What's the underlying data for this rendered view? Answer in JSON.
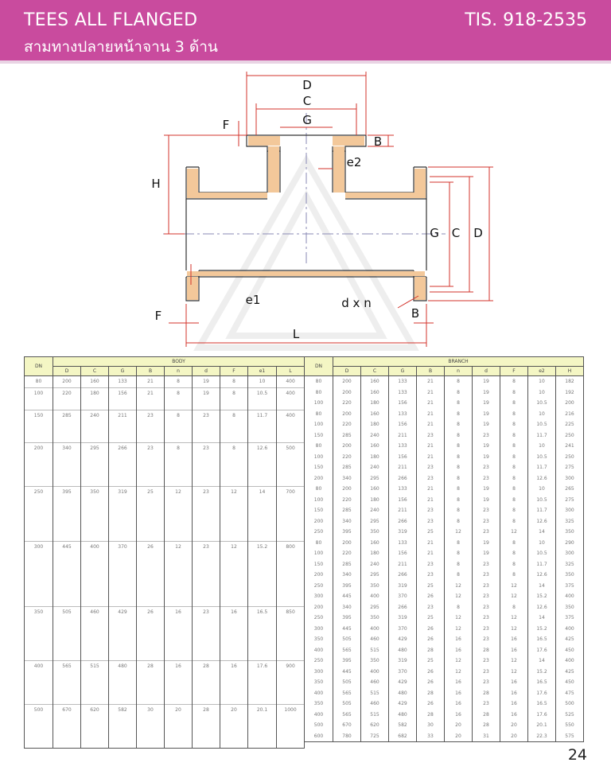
{
  "header": {
    "title": "TEES ALL FLANGED",
    "subtitle": "สามทางปลายหน้าจาน 3 ด้าน",
    "standard": "TIS. 918-2535",
    "bar_color": "#c94b9e"
  },
  "drawing": {
    "labels": {
      "d_top": "D",
      "c_top": "C",
      "g_top": "G",
      "f_top": "F",
      "b_top": "B",
      "e2": "e2",
      "h": "H",
      "g_right": "G",
      "c_right": "C",
      "d_right": "D",
      "e1": "e1",
      "dxn": "d x n",
      "f_bottom": "F",
      "b_bottom": "B",
      "l": "L"
    }
  },
  "body_table": {
    "group_label": "BODY",
    "dn_label": "DN",
    "columns": [
      "D",
      "C",
      "G",
      "B",
      "n",
      "d",
      "F",
      "e1",
      "L"
    ],
    "rows": [
      {
        "dn": "80",
        "v": [
          "200",
          "160",
          "133",
          "21",
          "8",
          "19",
          "8",
          "10",
          "400"
        ]
      },
      {
        "dn": "100",
        "v": [
          "220",
          "180",
          "156",
          "21",
          "8",
          "19",
          "8",
          "10.5",
          "400"
        ]
      },
      {
        "dn": "",
        "v": [
          "",
          "",
          "",
          "",
          "",
          "",
          "",
          "",
          ""
        ]
      },
      {
        "dn": "150",
        "v": [
          "285",
          "240",
          "211",
          "23",
          "8",
          "23",
          "8",
          "11.7",
          "400"
        ]
      },
      {
        "dn": "",
        "v": [
          "",
          "",
          "",
          "",
          "",
          "",
          "",
          "",
          ""
        ]
      },
      {
        "dn": "",
        "v": [
          "",
          "",
          "",
          "",
          "",
          "",
          "",
          "",
          ""
        ]
      },
      {
        "dn": "200",
        "v": [
          "340",
          "295",
          "266",
          "23",
          "8",
          "23",
          "8",
          "12.6",
          "500"
        ]
      },
      {
        "dn": "",
        "v": [
          "",
          "",
          "",
          "",
          "",
          "",
          "",
          "",
          ""
        ]
      },
      {
        "dn": "",
        "v": [
          "",
          "",
          "",
          "",
          "",
          "",
          "",
          "",
          ""
        ]
      },
      {
        "dn": "",
        "v": [
          "",
          "",
          "",
          "",
          "",
          "",
          "",
          "",
          ""
        ]
      },
      {
        "dn": "250",
        "v": [
          "395",
          "350",
          "319",
          "25",
          "12",
          "23",
          "12",
          "14",
          "700"
        ]
      },
      {
        "dn": "",
        "v": [
          "",
          "",
          "",
          "",
          "",
          "",
          "",
          "",
          ""
        ]
      },
      {
        "dn": "",
        "v": [
          "",
          "",
          "",
          "",
          "",
          "",
          "",
          "",
          ""
        ]
      },
      {
        "dn": "",
        "v": [
          "",
          "",
          "",
          "",
          "",
          "",
          "",
          "",
          ""
        ]
      },
      {
        "dn": "",
        "v": [
          "",
          "",
          "",
          "",
          "",
          "",
          "",
          "",
          ""
        ]
      },
      {
        "dn": "300",
        "v": [
          "445",
          "400",
          "370",
          "26",
          "12",
          "23",
          "12",
          "15.2",
          "800"
        ]
      },
      {
        "dn": "",
        "v": [
          "",
          "",
          "",
          "",
          "",
          "",
          "",
          "",
          ""
        ]
      },
      {
        "dn": "",
        "v": [
          "",
          "",
          "",
          "",
          "",
          "",
          "",
          "",
          ""
        ]
      },
      {
        "dn": "",
        "v": [
          "",
          "",
          "",
          "",
          "",
          "",
          "",
          "",
          ""
        ]
      },
      {
        "dn": "",
        "v": [
          "",
          "",
          "",
          "",
          "",
          "",
          "",
          "",
          ""
        ]
      },
      {
        "dn": "",
        "v": [
          "",
          "",
          "",
          "",
          "",
          "",
          "",
          "",
          ""
        ]
      },
      {
        "dn": "350",
        "v": [
          "505",
          "460",
          "429",
          "26",
          "16",
          "23",
          "16",
          "16.5",
          "850"
        ]
      },
      {
        "dn": "",
        "v": [
          "",
          "",
          "",
          "",
          "",
          "",
          "",
          "",
          ""
        ]
      },
      {
        "dn": "",
        "v": [
          "",
          "",
          "",
          "",
          "",
          "",
          "",
          "",
          ""
        ]
      },
      {
        "dn": "",
        "v": [
          "",
          "",
          "",
          "",
          "",
          "",
          "",
          "",
          ""
        ]
      },
      {
        "dn": "",
        "v": [
          "",
          "",
          "",
          "",
          "",
          "",
          "",
          "",
          ""
        ]
      },
      {
        "dn": "400",
        "v": [
          "565",
          "515",
          "480",
          "28",
          "16",
          "28",
          "16",
          "17.6",
          "900"
        ]
      },
      {
        "dn": "",
        "v": [
          "",
          "",
          "",
          "",
          "",
          "",
          "",
          "",
          ""
        ]
      },
      {
        "dn": "",
        "v": [
          "",
          "",
          "",
          "",
          "",
          "",
          "",
          "",
          ""
        ]
      },
      {
        "dn": "",
        "v": [
          "",
          "",
          "",
          "",
          "",
          "",
          "",
          "",
          ""
        ]
      },
      {
        "dn": "500",
        "v": [
          "670",
          "620",
          "582",
          "30",
          "20",
          "28",
          "20",
          "20.1",
          "1000"
        ]
      },
      {
        "dn": "",
        "v": [
          "",
          "",
          "",
          "",
          "",
          "",
          "",
          "",
          ""
        ]
      },
      {
        "dn": "",
        "v": [
          "",
          "",
          "",
          "",
          "",
          "",
          "",
          "",
          ""
        ]
      },
      {
        "dn": "",
        "v": [
          "",
          "",
          "",
          "",
          "",
          "",
          "",
          "",
          ""
        ]
      }
    ]
  },
  "branch_table": {
    "group_label": "BRANCH",
    "dn_label": "DN",
    "columns": [
      "D",
      "C",
      "G",
      "B",
      "n",
      "d",
      "F",
      "e2",
      "H"
    ],
    "rows": [
      {
        "dn": "80",
        "v": [
          "200",
          "160",
          "133",
          "21",
          "8",
          "19",
          "8",
          "10",
          "182"
        ]
      },
      {
        "dn": "80",
        "v": [
          "200",
          "160",
          "133",
          "21",
          "8",
          "19",
          "8",
          "10",
          "192"
        ]
      },
      {
        "dn": "100",
        "v": [
          "220",
          "180",
          "156",
          "21",
          "8",
          "19",
          "8",
          "10.5",
          "200"
        ]
      },
      {
        "dn": "80",
        "v": [
          "200",
          "160",
          "133",
          "21",
          "8",
          "19",
          "8",
          "10",
          "216"
        ]
      },
      {
        "dn": "100",
        "v": [
          "220",
          "180",
          "156",
          "21",
          "8",
          "19",
          "8",
          "10.5",
          "225"
        ]
      },
      {
        "dn": "150",
        "v": [
          "285",
          "240",
          "211",
          "23",
          "8",
          "23",
          "8",
          "11.7",
          "250"
        ]
      },
      {
        "dn": "80",
        "v": [
          "200",
          "160",
          "133",
          "21",
          "8",
          "19",
          "8",
          "10",
          "241"
        ]
      },
      {
        "dn": "100",
        "v": [
          "220",
          "180",
          "156",
          "21",
          "8",
          "19",
          "8",
          "10.5",
          "250"
        ]
      },
      {
        "dn": "150",
        "v": [
          "285",
          "240",
          "211",
          "23",
          "8",
          "23",
          "8",
          "11.7",
          "275"
        ]
      },
      {
        "dn": "200",
        "v": [
          "340",
          "295",
          "266",
          "23",
          "8",
          "23",
          "8",
          "12.6",
          "300"
        ]
      },
      {
        "dn": "80",
        "v": [
          "200",
          "160",
          "133",
          "21",
          "8",
          "19",
          "8",
          "10",
          "265"
        ]
      },
      {
        "dn": "100",
        "v": [
          "220",
          "180",
          "156",
          "21",
          "8",
          "19",
          "8",
          "10.5",
          "275"
        ]
      },
      {
        "dn": "150",
        "v": [
          "285",
          "240",
          "211",
          "23",
          "8",
          "23",
          "8",
          "11.7",
          "300"
        ]
      },
      {
        "dn": "200",
        "v": [
          "340",
          "295",
          "266",
          "23",
          "8",
          "23",
          "8",
          "12.6",
          "325"
        ]
      },
      {
        "dn": "250",
        "v": [
          "395",
          "350",
          "319",
          "25",
          "12",
          "23",
          "12",
          "14",
          "350"
        ]
      },
      {
        "dn": "80",
        "v": [
          "200",
          "160",
          "133",
          "21",
          "8",
          "19",
          "8",
          "10",
          "290"
        ]
      },
      {
        "dn": "100",
        "v": [
          "220",
          "180",
          "156",
          "21",
          "8",
          "19",
          "8",
          "10.5",
          "300"
        ]
      },
      {
        "dn": "150",
        "v": [
          "285",
          "240",
          "211",
          "23",
          "8",
          "23",
          "8",
          "11.7",
          "325"
        ]
      },
      {
        "dn": "200",
        "v": [
          "340",
          "295",
          "266",
          "23",
          "8",
          "23",
          "8",
          "12.6",
          "350"
        ]
      },
      {
        "dn": "250",
        "v": [
          "395",
          "350",
          "319",
          "25",
          "12",
          "23",
          "12",
          "14",
          "375"
        ]
      },
      {
        "dn": "300",
        "v": [
          "445",
          "400",
          "370",
          "26",
          "12",
          "23",
          "12",
          "15.2",
          "400"
        ]
      },
      {
        "dn": "200",
        "v": [
          "340",
          "295",
          "266",
          "23",
          "8",
          "23",
          "8",
          "12.6",
          "350"
        ]
      },
      {
        "dn": "250",
        "v": [
          "395",
          "350",
          "319",
          "25",
          "12",
          "23",
          "12",
          "14",
          "375"
        ]
      },
      {
        "dn": "300",
        "v": [
          "445",
          "400",
          "370",
          "26",
          "12",
          "23",
          "12",
          "15.2",
          "400"
        ]
      },
      {
        "dn": "350",
        "v": [
          "505",
          "460",
          "429",
          "26",
          "16",
          "23",
          "16",
          "16.5",
          "425"
        ]
      },
      {
        "dn": "400",
        "v": [
          "565",
          "515",
          "480",
          "28",
          "16",
          "28",
          "16",
          "17.6",
          "450"
        ]
      },
      {
        "dn": "250",
        "v": [
          "395",
          "350",
          "319",
          "25",
          "12",
          "23",
          "12",
          "14",
          "400"
        ]
      },
      {
        "dn": "300",
        "v": [
          "445",
          "400",
          "370",
          "26",
          "12",
          "23",
          "12",
          "15.2",
          "425"
        ]
      },
      {
        "dn": "350",
        "v": [
          "505",
          "460",
          "429",
          "26",
          "16",
          "23",
          "16",
          "16.5",
          "450"
        ]
      },
      {
        "dn": "400",
        "v": [
          "565",
          "515",
          "480",
          "28",
          "16",
          "28",
          "16",
          "17.6",
          "475"
        ]
      },
      {
        "dn": "350",
        "v": [
          "505",
          "460",
          "429",
          "26",
          "16",
          "23",
          "16",
          "16.5",
          "500"
        ]
      },
      {
        "dn": "400",
        "v": [
          "565",
          "515",
          "480",
          "28",
          "16",
          "28",
          "16",
          "17.6",
          "525"
        ]
      },
      {
        "dn": "500",
        "v": [
          "670",
          "620",
          "582",
          "30",
          "20",
          "28",
          "20",
          "20.1",
          "550"
        ]
      },
      {
        "dn": "600",
        "v": [
          "780",
          "725",
          "682",
          "33",
          "20",
          "31",
          "20",
          "22.3",
          "575"
        ]
      }
    ]
  },
  "page_number": "24"
}
